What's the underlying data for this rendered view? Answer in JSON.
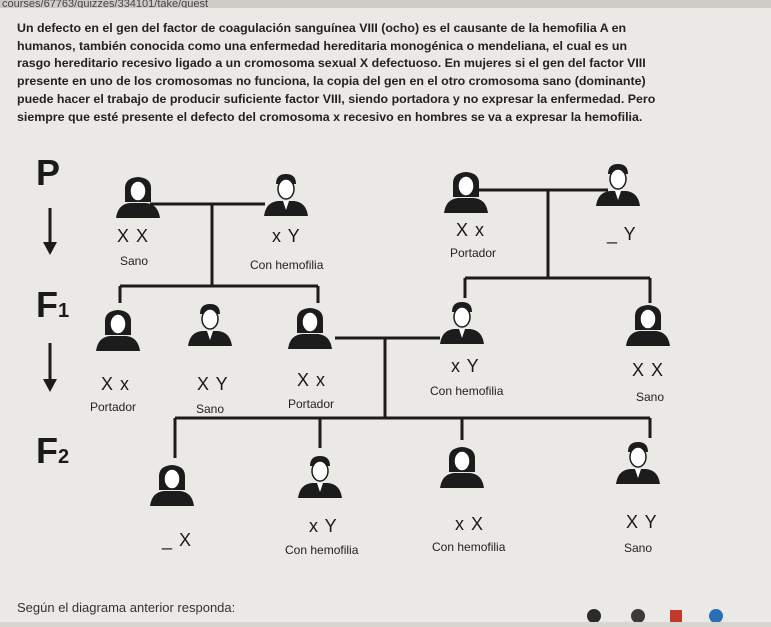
{
  "browser": {
    "url_fragment": "courses/67763/quizzes/334101/take/quest"
  },
  "intro": "Un defecto en el gen del factor de coagulación sanguínea VIII (ocho) es el causante de la hemofilia A en humanos, también conocida como una enfermedad hereditaria monogénica o mendeliana, el cual es un rasgo hereditario recesivo ligado a un cromosoma sexual X defectuoso. En mujeres si el gen del factor VIII presente en uno de los cromosomas no funciona, la copia del gen en el otro cromosoma sano (dominante) puede hacer el trabajo de producir suficiente factor VIII, siendo portadora y no expresar la enfermedad. Pero siempre que esté presente el defecto del cromosoma x recesivo en hombres se va a expresar la hemofilia.",
  "generations": {
    "p": "P",
    "f1": "F",
    "f1_sub": "1",
    "f2": "F",
    "f2_sub": "2"
  },
  "people": {
    "p1": {
      "genotype": "X X",
      "label": "Sano"
    },
    "p2": {
      "genotype": "x Y",
      "label": "Con hemofilia"
    },
    "p3": {
      "genotype": "X x",
      "label": "Portador"
    },
    "p4": {
      "genotype": "_ Y",
      "label": ""
    },
    "f1a": {
      "genotype": "X x",
      "label": "Portador"
    },
    "f1b": {
      "genotype": "X Y",
      "label": "Sano"
    },
    "f1c": {
      "genotype": "X x",
      "label": "Portador"
    },
    "f1d": {
      "genotype": "x Y",
      "label": "Con hemofilia"
    },
    "f1e": {
      "genotype": "X X",
      "label": "Sano"
    },
    "f2a": {
      "genotype": "_ X",
      "label": ""
    },
    "f2b": {
      "genotype": "x Y",
      "label": "Con hemofilia"
    },
    "f2c": {
      "genotype": "x X",
      "label": "Con hemofilia"
    },
    "f2d": {
      "genotype": "X Y",
      "label": "Sano"
    }
  },
  "footer": "Según el diagrama anterior responda:",
  "colors": {
    "line": "#1b1b1b",
    "figure": "#1c1c1c",
    "accent": "#c0392b"
  }
}
